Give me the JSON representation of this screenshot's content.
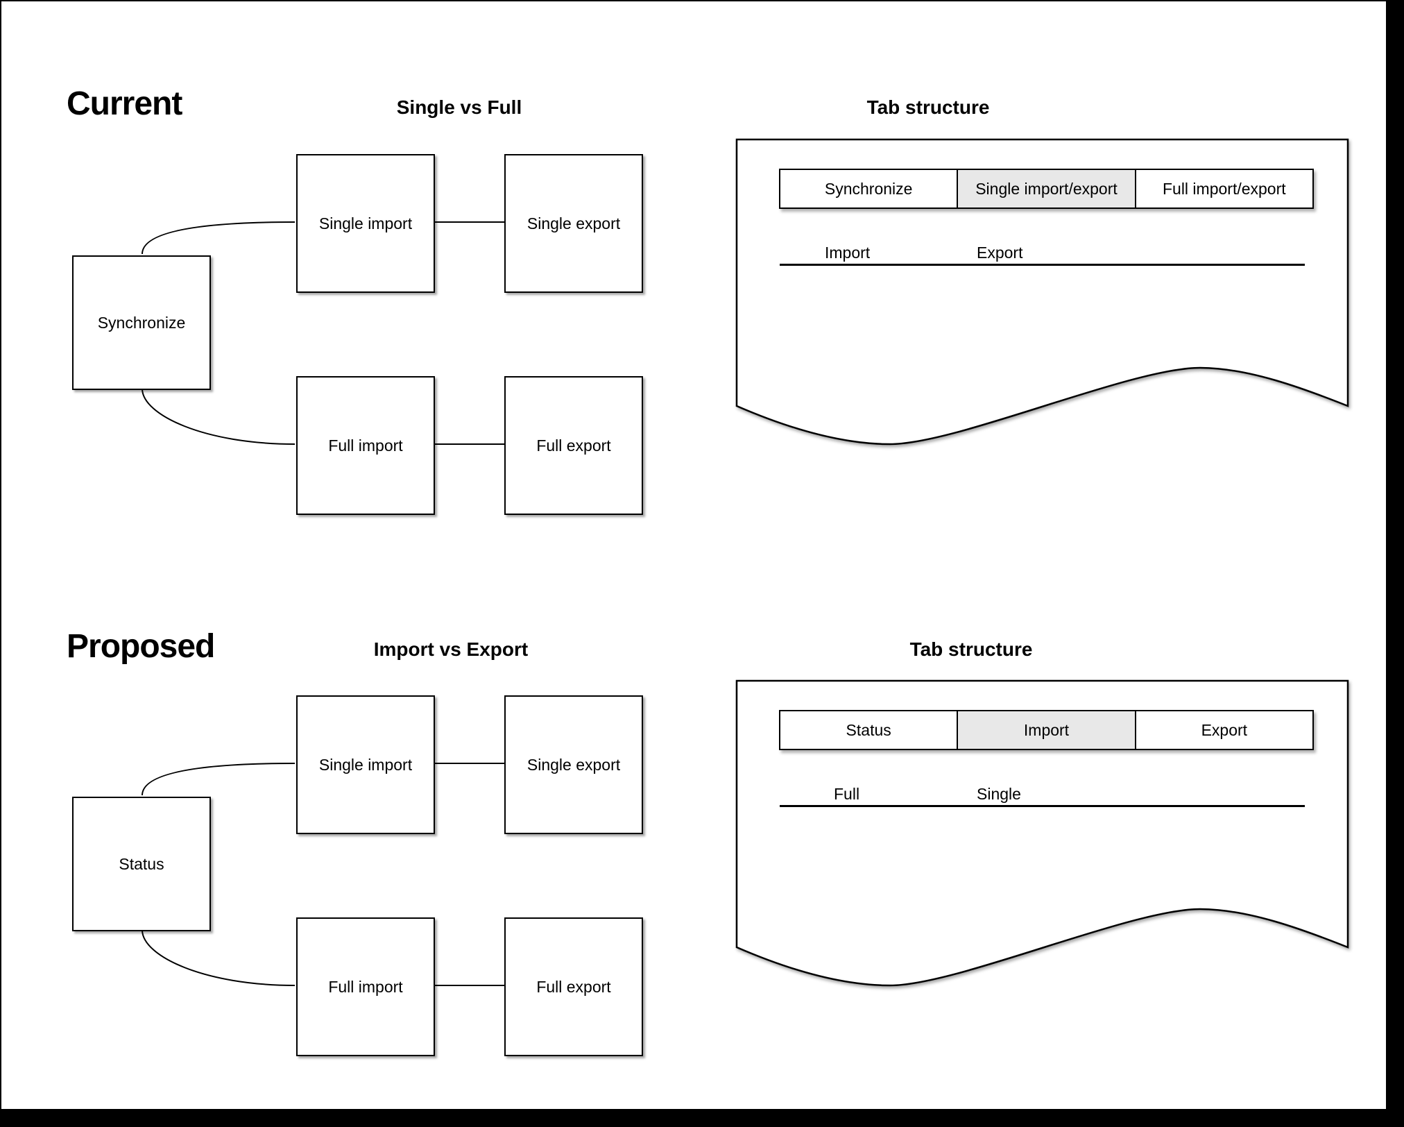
{
  "colors": {
    "selected_tab": "#e8e8e8",
    "line": "#000000",
    "background": "#ffffff",
    "frame": "#000000"
  },
  "current": {
    "title": "Current",
    "flow_heading": "Single vs Full",
    "panel_heading": "Tab structure",
    "nodes": {
      "root": "Synchronize",
      "single_import": "Single import",
      "single_export": "Single export",
      "full_import": "Full import",
      "full_export": "Full export"
    },
    "tabs": [
      {
        "label": "Synchronize",
        "selected": false
      },
      {
        "label": "Single import/export",
        "selected": true
      },
      {
        "label": "Full import/export",
        "selected": false
      }
    ],
    "content_labels": [
      "Import",
      "Export"
    ]
  },
  "proposed": {
    "title": "Proposed",
    "flow_heading": "Import vs Export",
    "panel_heading": "Tab structure",
    "nodes": {
      "root": "Status",
      "single_import": "Single import",
      "single_export": "Single export",
      "full_import": "Full import",
      "full_export": "Full export"
    },
    "tabs": [
      {
        "label": "Status",
        "selected": false
      },
      {
        "label": "Import",
        "selected": true
      },
      {
        "label": "Export",
        "selected": false
      }
    ],
    "content_labels": [
      "Full",
      "Single"
    ]
  }
}
